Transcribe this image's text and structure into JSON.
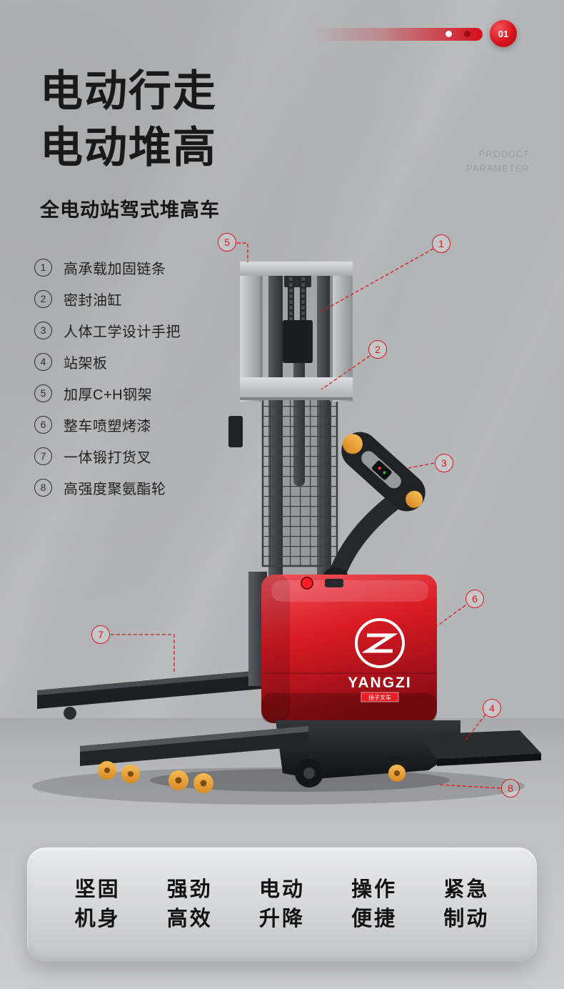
{
  "header": {
    "page_number": "01",
    "title_line1": "电动行走",
    "title_line2": "电动堆高",
    "watermark_line1": "PRODUCT",
    "watermark_line2": "PARAMETER",
    "subtitle": "全电动站驾式堆高车"
  },
  "feature_list": [
    {
      "num": "1",
      "label": "高承载加固链条"
    },
    {
      "num": "2",
      "label": "密封油缸"
    },
    {
      "num": "3",
      "label": "人体工学设计手把"
    },
    {
      "num": "4",
      "label": "站架板"
    },
    {
      "num": "5",
      "label": "加厚C+H钢架"
    },
    {
      "num": "6",
      "label": "整车喷塑烤漆"
    },
    {
      "num": "7",
      "label": "一体锻打货叉"
    },
    {
      "num": "8",
      "label": "高强度聚氨酯轮"
    }
  ],
  "callouts": [
    {
      "num": "1"
    },
    {
      "num": "2"
    },
    {
      "num": "3"
    },
    {
      "num": "4"
    },
    {
      "num": "5"
    },
    {
      "num": "6"
    },
    {
      "num": "7"
    },
    {
      "num": "8"
    }
  ],
  "product": {
    "brand": "YANGZI",
    "brand_badge": "扬子叉车"
  },
  "bottom_features": [
    {
      "line1": "坚固",
      "line2": "机身"
    },
    {
      "line1": "强劲",
      "line2": "高效"
    },
    {
      "line1": "电动",
      "line2": "升降"
    },
    {
      "line1": "操作",
      "line2": "便捷"
    },
    {
      "line1": "紧急",
      "line2": "制动"
    }
  ],
  "colors": {
    "accent": "#d71920",
    "body_red": "#d21a22",
    "wheel_orange": "#e09a35",
    "wall_gray": "#b4b5b7"
  }
}
